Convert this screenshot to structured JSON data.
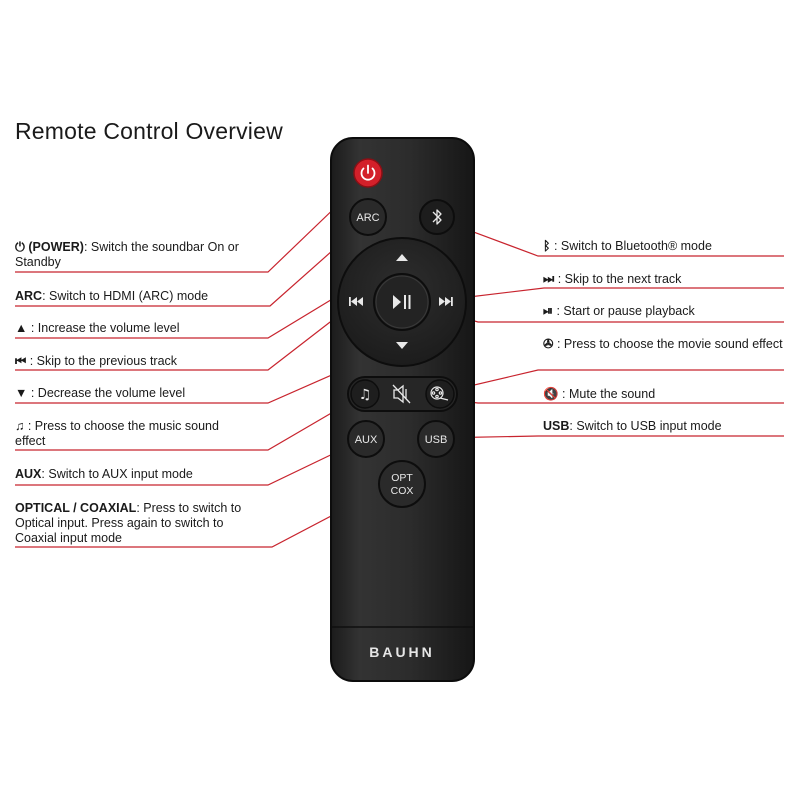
{
  "title": "Remote Control Overview",
  "brand": "BAUHN",
  "buttons": {
    "arc": "ARC",
    "aux": "AUX",
    "usb": "USB",
    "opt": "OPT",
    "cox": "COX"
  },
  "left_labels": {
    "power": {
      "glyph": "⏻",
      "bold": "(POWER)",
      "text": ": Switch the soundbar On or Standby"
    },
    "arc": {
      "bold": "ARC",
      "text": ": Switch to HDMI (ARC) mode"
    },
    "vol_up": {
      "glyph": "▲",
      "text": " : Increase the volume level"
    },
    "prev": {
      "glyph": "⏮",
      "text": " : Skip to the previous track"
    },
    "vol_down": {
      "glyph": "▼",
      "text": " : Decrease the volume level"
    },
    "music": {
      "glyph": "♫",
      "text": " : Press to choose the music sound effect"
    },
    "aux": {
      "bold": "AUX",
      "text": ": Switch to AUX input mode"
    },
    "optical": {
      "bold": "OPTICAL / COAXIAL",
      "text": ": Press to switch to Optical input. Press again to switch to Coaxial input mode"
    }
  },
  "right_labels": {
    "bluetooth": {
      "glyph": "ᛒ",
      "text": " : Switch to Bluetooth® mode"
    },
    "next": {
      "glyph": "⏭",
      "text": " : Skip to the next track"
    },
    "play": {
      "glyph": "⏯",
      "text": " : Start or pause playback"
    },
    "movie": {
      "glyph": "✇",
      "text": " : Press to choose the movie sound effect"
    },
    "mute": {
      "glyph": "🔇",
      "text": " : Mute the sound"
    },
    "usb": {
      "bold": "USB",
      "text": ": Switch to USB input mode"
    }
  },
  "colors": {
    "leader_line": "#c8242e",
    "power_button": "#d3202a",
    "remote_body": "#2b2b2b"
  }
}
